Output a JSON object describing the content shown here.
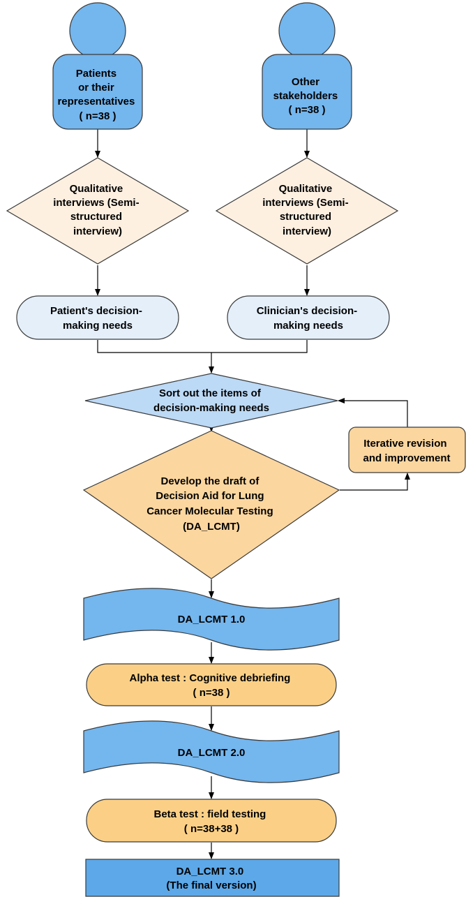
{
  "colors": {
    "person": "#74b6ee",
    "diamond_light": "#fdf0e1",
    "pill_light": "#e4effa",
    "diamond_blue": "#bcd9f5",
    "diamond_orange": "#fbd69f",
    "box_orange": "#fbd69f",
    "doc_blue": "#74b6ee",
    "pill_orange": "#fbd086",
    "rect_blue": "#5da8e8"
  },
  "nodes": {
    "patients": {
      "lines": [
        "Patients",
        "or their",
        "representatives",
        "( n=38 )"
      ]
    },
    "stakeholders": {
      "lines": [
        "Other",
        "stakeholders",
        "( n=38 )"
      ]
    },
    "interview_left": {
      "lines": [
        "Qualitative",
        "interviews (Semi-",
        "structured",
        "interview)"
      ]
    },
    "interview_right": {
      "lines": [
        "Qualitative",
        "interviews (Semi-",
        "structured",
        "interview)"
      ]
    },
    "patient_needs": {
      "lines": [
        "Patient's decision-",
        "making needs"
      ]
    },
    "clinician_needs": {
      "lines": [
        "Clinician's decision-",
        "making needs"
      ]
    },
    "sort_items": {
      "lines": [
        "Sort out the items of",
        "decision-making needs"
      ]
    },
    "iterative": {
      "lines": [
        "Iterative revision",
        "and improvement"
      ]
    },
    "develop_draft": {
      "lines": [
        "Develop the draft of",
        "Decision Aid for Lung",
        "Cancer Molecular Testing",
        "(DA_LCMT)"
      ]
    },
    "da_v1": {
      "lines": [
        "DA_LCMT 1.0"
      ]
    },
    "alpha_test": {
      "lines": [
        "Alpha test : Cognitive debriefing",
        "( n=38 )"
      ]
    },
    "da_v2": {
      "lines": [
        "DA_LCMT 2.0"
      ]
    },
    "beta_test": {
      "lines": [
        "Beta test : field testing",
        "( n=38+38 )"
      ]
    },
    "da_v3": {
      "lines": [
        "DA_LCMT 3.0",
        "(The final version)"
      ]
    }
  }
}
